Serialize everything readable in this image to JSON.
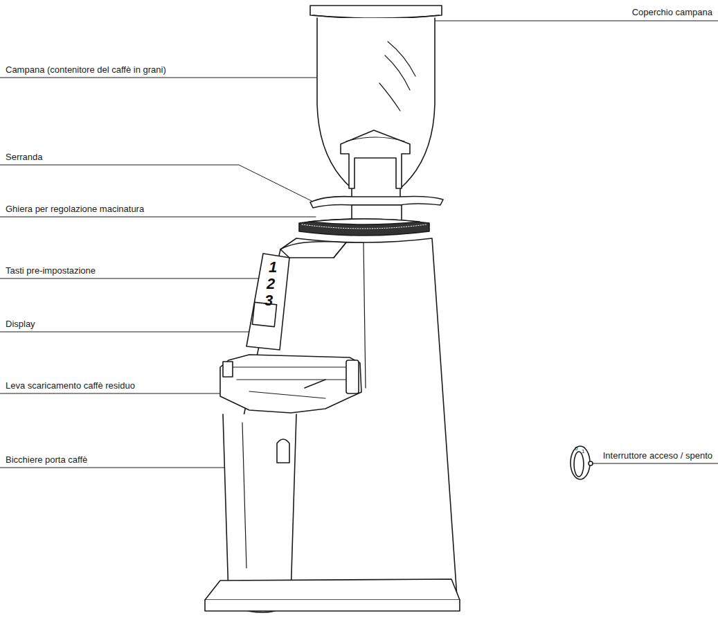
{
  "diagram": {
    "labels": [
      "Coperchio campana",
      "Campana (contenitore del caffè in grani)",
      "Serranda",
      "Ghiera per regolazione macinatura",
      "Tasti pre-impostazione",
      "Display",
      "Leva scaricamento caffè residuo",
      "Bicchiere porta caffè",
      "Interruttore acceso / spento",
      "1",
      "2",
      "3",
      "0",
      "1"
    ]
  }
}
